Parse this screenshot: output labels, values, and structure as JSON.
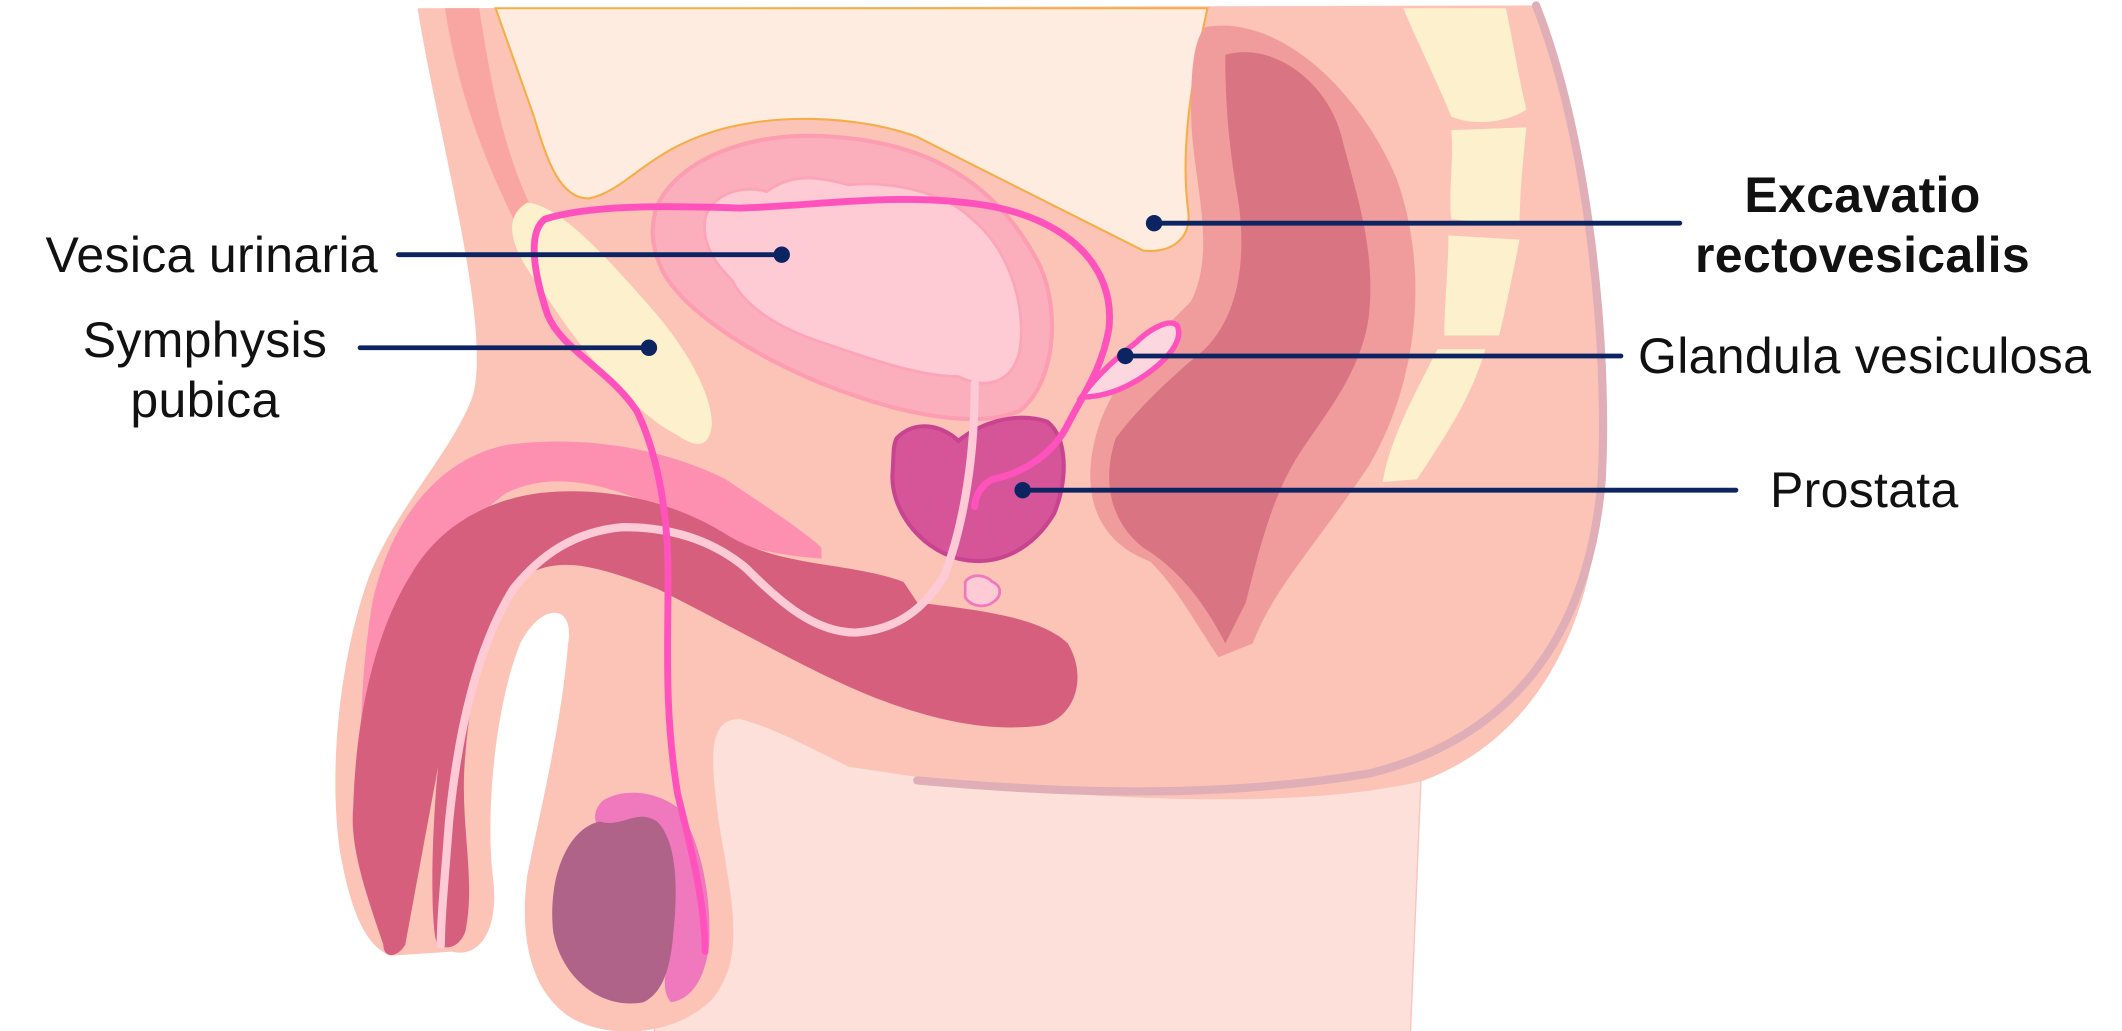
{
  "diagram": {
    "subject": "Male pelvis, sagittal section",
    "leader_color": "#0c2461",
    "labels": [
      {
        "id": "vesica",
        "text": "Vesica urinaria",
        "bold": false
      },
      {
        "id": "symphysis",
        "line1": "Symphysis",
        "line2": "pubica",
        "bold": false
      },
      {
        "id": "excavatio",
        "line1": "Excavatio",
        "line2": "rectovesicalis",
        "bold": true
      },
      {
        "id": "glandula",
        "text": "Glandula vesiculosa",
        "bold": false
      },
      {
        "id": "prostata",
        "text": "Prostata",
        "bold": false
      }
    ],
    "colors": {
      "skin": "#fcc3b7",
      "skin_light": "#fde0da",
      "peritoneum_fill": "#feece0",
      "peritoneum_line": "#f6ad45",
      "bone": "#fdf0cc",
      "muscle": "#f9a5a1",
      "bladder_wall": "#fbaebb",
      "bladder_lumen": "#fecbd4",
      "rectum_outer": "#f09c9c",
      "rectum_inner": "#d97583",
      "prostate": "#d65599",
      "penis_tissue": "#d75f7e",
      "corpus_light": "#fd90b0",
      "vas_deferens": "#ff52bd",
      "urethra": "#fdcad5",
      "testis": "#b06388",
      "epididymis": "#f078bc",
      "skin_edge": "#dfaeb6"
    }
  }
}
